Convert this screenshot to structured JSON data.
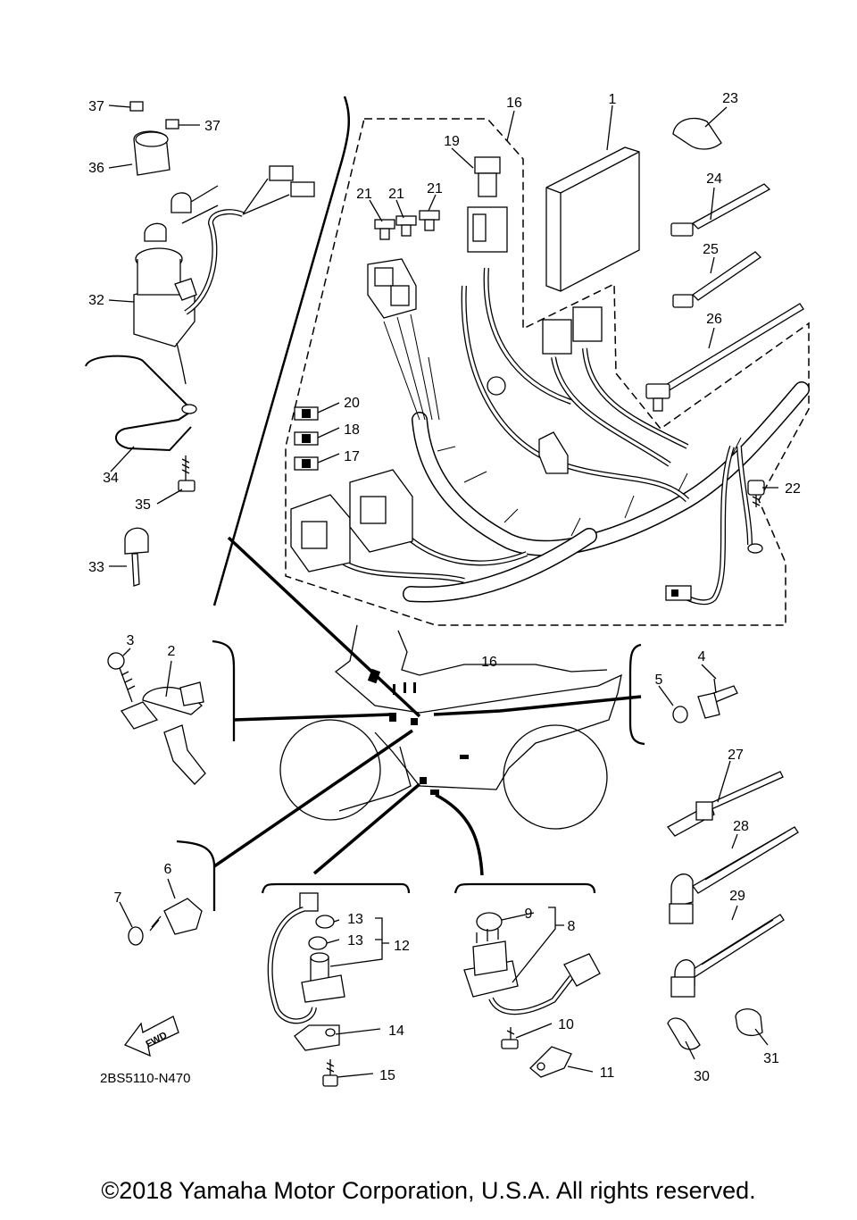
{
  "diagram": {
    "callouts": [
      "1",
      "2",
      "3",
      "4",
      "5",
      "6",
      "7",
      "8",
      "9",
      "10",
      "11",
      "12",
      "13",
      "14",
      "15",
      "16",
      "17",
      "18",
      "19",
      "20",
      "21",
      "22",
      "23",
      "24",
      "25",
      "26",
      "27",
      "28",
      "29",
      "30",
      "31",
      "32",
      "33",
      "34",
      "35",
      "36",
      "37"
    ],
    "fwd_label": "FWD",
    "drawing_code": "2BS5110-N470"
  },
  "footer": {
    "copyright": "©2018 Yamaha Motor Corporation, U.S.A. All rights reserved."
  }
}
